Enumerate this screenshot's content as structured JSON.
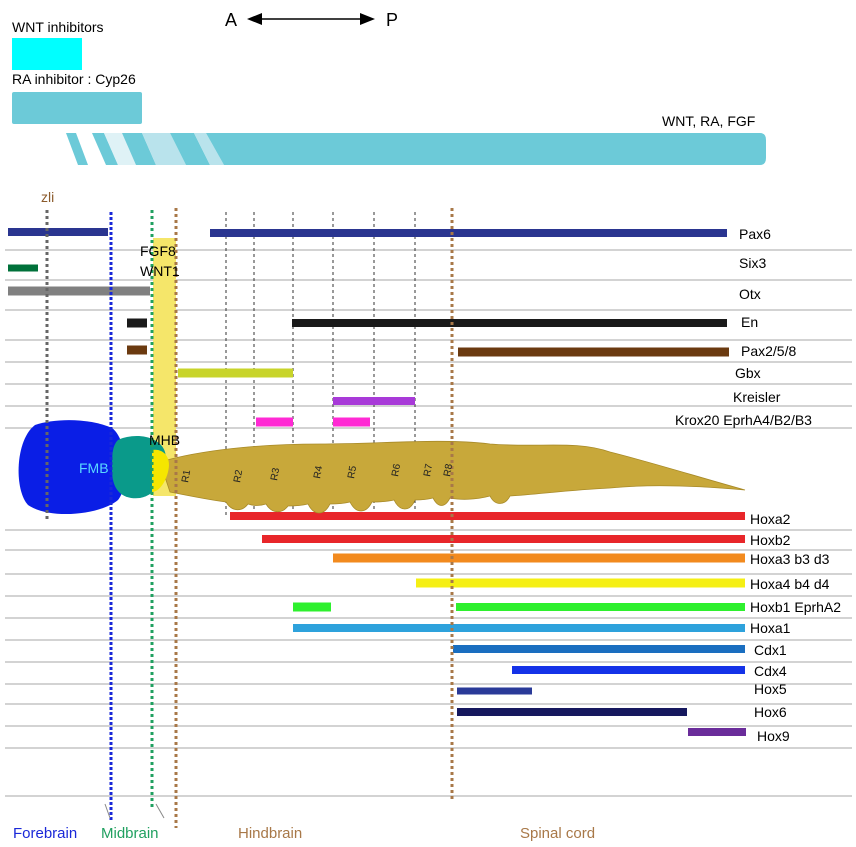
{
  "header": {
    "wnt_inhibitors": "WNT inhibitors",
    "ra_inhibitor": "RA inhibitor : Cyp26",
    "wnt_ra_fgf": "WNT, RA, FGF",
    "axis_a": "A",
    "axis_p": "P"
  },
  "markers": {
    "zli": "zli",
    "fgf8": "FGF8",
    "wnt1": "WNT1",
    "mhb": "MHB",
    "fmb": "FMB"
  },
  "rhombomeres": [
    "R1",
    "R2",
    "R3",
    "R4",
    "R5",
    "R6",
    "R7",
    "R8"
  ],
  "regions": {
    "forebrain": "Forebrain",
    "midbrain": "Midbrain",
    "hindbrain": "Hindbrain",
    "spinal_cord": "Spinal cord"
  },
  "upper_genes": [
    {
      "label": "Pax6",
      "color": "#2a3590"
    },
    {
      "label": "Six3",
      "color": "#00713a"
    },
    {
      "label": "Otx",
      "color": "#808080"
    },
    {
      "label": "En",
      "color": "#1a1a1a"
    },
    {
      "label": "Pax2/5/8",
      "color": "#6b3a10"
    },
    {
      "label": "Gbx",
      "color": "#c8d42a"
    },
    {
      "label": "Kreisler",
      "color": "#a83ad8"
    },
    {
      "label": "Krox20  EprhA4/B2/B3",
      "color": "#ff2ad4"
    }
  ],
  "lower_genes": [
    {
      "label": "Hoxa2",
      "color": "#e8262a"
    },
    {
      "label": "Hoxb2",
      "color": "#e8262a"
    },
    {
      "label": "Hoxa3  b3  d3",
      "color": "#f28a1e"
    },
    {
      "label": "Hoxa4  b4  d4",
      "color": "#f5ef14"
    },
    {
      "label": "Hoxb1  EprhA2",
      "color": "#2ef02e"
    },
    {
      "label": "Hoxa1",
      "color": "#2ea2dc"
    },
    {
      "label": "Cdx1",
      "color": "#1a6ec0"
    },
    {
      "label": "Cdx4",
      "color": "#1432e8"
    },
    {
      "label": "Hox5",
      "color": "#2a3a98"
    },
    {
      "label": "Hox6",
      "color": "#16185e"
    },
    {
      "label": "Hox9",
      "color": "#6a2c9a"
    }
  ],
  "colors": {
    "wnt_inhibitor": "#00ffff",
    "gradient": "#6ccad8",
    "forebrain_blob": "#0a1ee6",
    "midbrain_blob": "#0a9a8a",
    "hindbrain_body": "#c8a83a",
    "fgf_band": "#f5e66a",
    "forebrain_line": "#1a28d8",
    "midbrain_line": "#20a060",
    "boundary_line": "#a87848"
  }
}
